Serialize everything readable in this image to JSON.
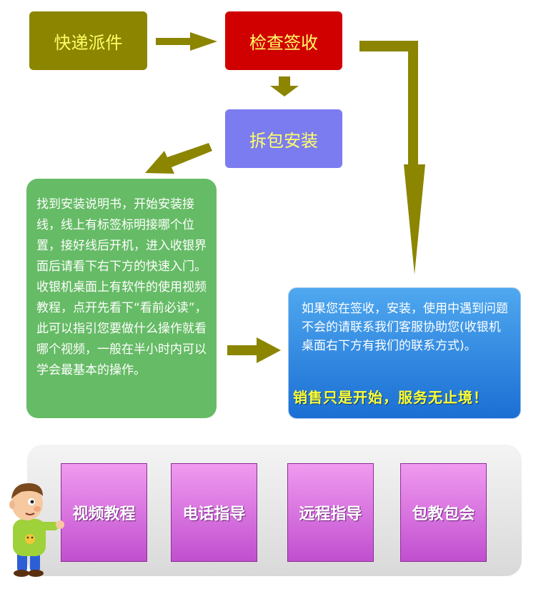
{
  "flow": {
    "step1": "快递派件",
    "step2": "检查签收",
    "step3": "拆包安装"
  },
  "guide": {
    "text": "找到安装说明书，开始安装接线，线上有标签标明接哪个位置，接好线后开机，进入收银界面后请看下右下方的快速入门。收银机桌面上有软件的使用视频教程，点开先看下“看前必读”，此可以指引您要做什么操作就看哪个视频，一般在半小时内可以学会最基本的操作。"
  },
  "help": {
    "text": "如果您在签收，安装，使用中遇到问题不会的请联系我们客服协助您(收银机桌面右下方有我们的联系方式)。",
    "slogan": "销售只是开始，服务无止境！"
  },
  "services": [
    "视频教程",
    "电话指导",
    "远程指导",
    "包教包会"
  ],
  "colors": {
    "arrow": "#8b8500",
    "express": "#8b8500",
    "inspect": "#d10000",
    "unpack": "#7b7cf0",
    "guide": "#66bb66",
    "help": "#1b6fd4",
    "service": "#c14fcf"
  }
}
